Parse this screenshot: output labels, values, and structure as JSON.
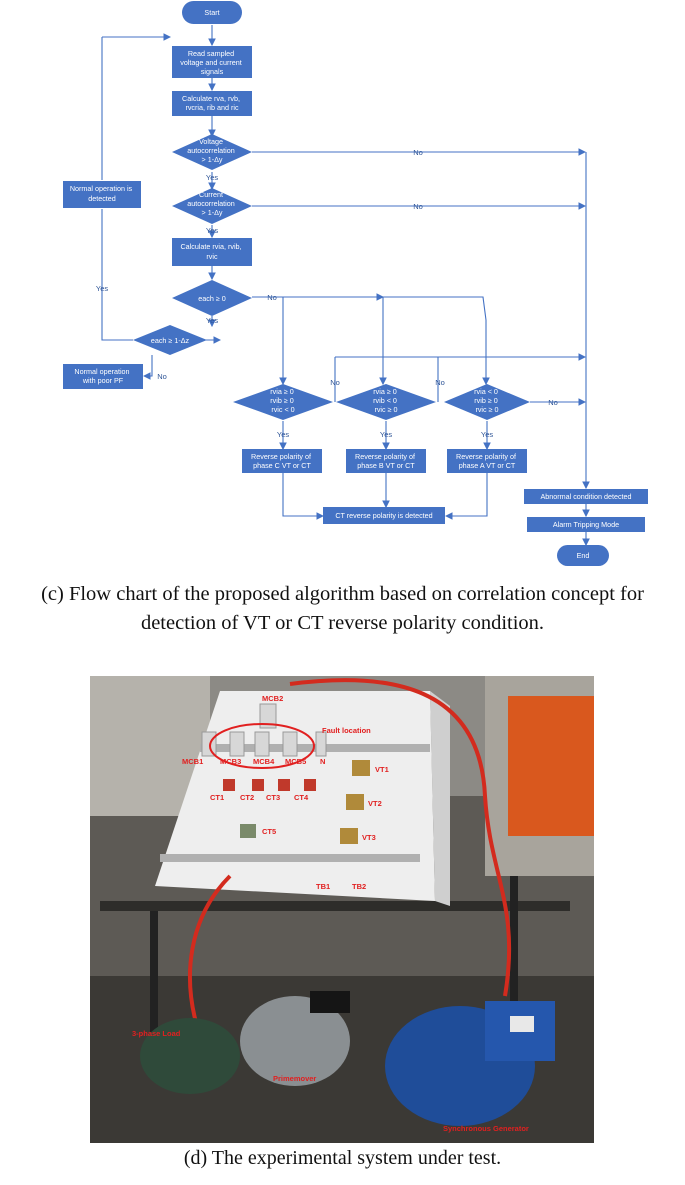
{
  "flowchart": {
    "start": "Start",
    "read": [
      "Read sampled",
      "voltage and current",
      "signals"
    ],
    "calc1": [
      "Calculate rva, rvb,",
      "rvcria, rib and ric"
    ],
    "voltage_check": [
      "Voltage",
      "autocorrelation",
      "> 1-Δy"
    ],
    "current_check": [
      "Current",
      "autocorrelation",
      "> 1-Δy"
    ],
    "calc2": [
      "Calculate rvia, rvib,",
      "rvic"
    ],
    "each_zero": "each ≥ 0",
    "each_dz": "each ≥ 1-Δz",
    "normal_detected": [
      "Normal operation is",
      "detected"
    ],
    "normal_poor_pf": [
      "Normal operation",
      "with poor PF"
    ],
    "cond_c": [
      "rvia ≥ 0",
      "rvib ≥ 0",
      "rvic < 0"
    ],
    "cond_b": [
      "rvia ≥ 0",
      "rvib < 0",
      "rvic ≥ 0"
    ],
    "cond_a": [
      "rvia < 0",
      "rvib ≥ 0",
      "rvic ≥ 0"
    ],
    "rev_c": [
      "Reverse polarity of",
      "phase C VT or CT"
    ],
    "rev_b": [
      "Reverse polarity of",
      "phase B VT or CT"
    ],
    "rev_a": [
      "Reverse polarity of",
      "phase A VT or CT"
    ],
    "ct_detected": "CT reverse polarity is detected",
    "abnormal": "Abnormal condition detected",
    "alarm": "Alarm Tripping Mode",
    "end": "End",
    "yes": "Yes",
    "no": "No",
    "colors": {
      "fill": "#4472c4",
      "line": "#4472c4",
      "label": "#2f5597"
    }
  },
  "captions": {
    "c_line1": "(c) Flow chart of the proposed algorithm based on correlation concept for",
    "c_line2": "detection of VT or CT reverse polarity condition.",
    "d": "(d) The experimental system under test."
  },
  "photo": {
    "labels": {
      "mcb2": "MCB2",
      "fault": "Fault location",
      "mcb1": "MCB1",
      "mcb3": "MCB3",
      "mcb4": "MCB4",
      "mcb5": "MCB5",
      "n": "N",
      "vt1": "VT1",
      "vt2": "VT2",
      "vt3": "VT3",
      "ct1": "CT1",
      "ct2": "CT2",
      "ct3": "CT3",
      "ct4": "CT4",
      "ct5": "CT5",
      "tb1": "TB1",
      "tb2": "TB2",
      "load": "3-phase Load",
      "primemover": "Primemover",
      "generator": "Synchronous Generator"
    }
  }
}
